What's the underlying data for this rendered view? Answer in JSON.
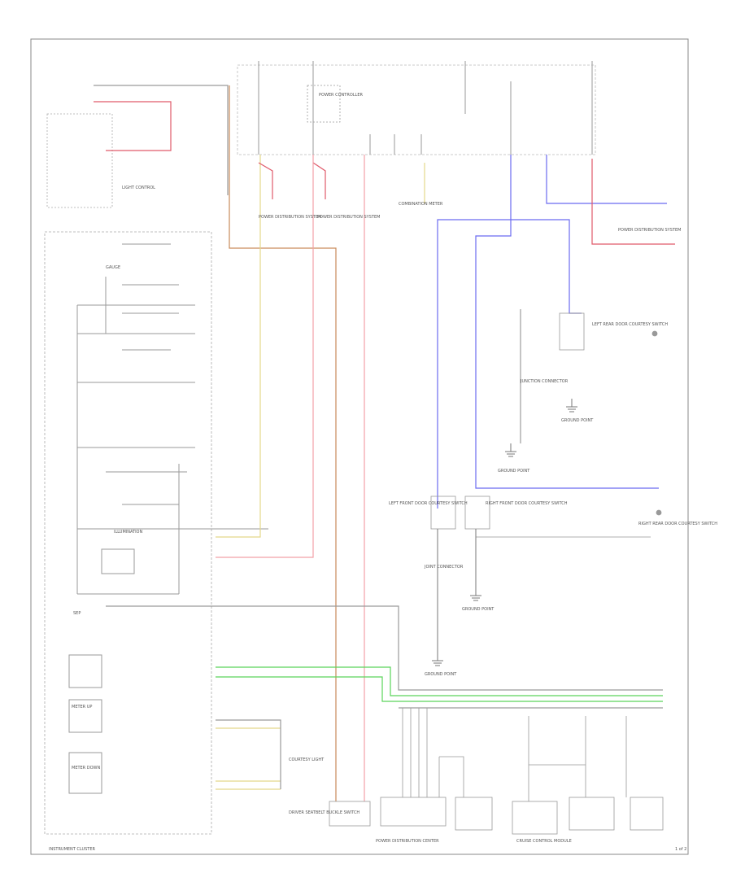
{
  "labels": {
    "cluster": "INSTRUMENT CLUSTER",
    "gauge": "GAUGE",
    "illumination": "ILLUMINATION",
    "sep": "SEP",
    "meter_up": "METER UP",
    "meter_down": "METER DOWN",
    "power_controller": "POWER CONTROLLER",
    "power_distrib_1": "POWER DISTRIBUTION SYSTEM",
    "power_distrib_2": "POWER DISTRIBUTION SYSTEM",
    "power_distrib_3": "POWER DISTRIBUTION SYSTEM",
    "light_control": "LIGHT CONTROL",
    "combination_meter": "COMBINATION METER",
    "left_rear_door": "LEFT REAR DOOR COURTESY SWITCH",
    "right_rear_door": "RIGHT REAR DOOR COURTESY SWITCH",
    "left_front_door": "LEFT FRONT DOOR COURTESY SWITCH",
    "right_front_door": "RIGHT FRONT DOOR COURTESY SWITCH",
    "junction_connector": "JUNCTION CONNECTOR",
    "joint_connector": "JOINT CONNECTOR",
    "ground_point_1": "GROUND POINT",
    "ground_point_2": "GROUND POINT",
    "ground_point_3": "GROUND POINT",
    "ground_point_4": "GROUND POINT",
    "courtesy_light": "COURTESY LIGHT",
    "driver_seatbelt": "DRIVER SEATBELT BUCKLE SWITCH",
    "cruise_module": "CRUISE CONTROL MODULE",
    "pdc": "POWER DISTRIBUTION CENTER",
    "page_ref": "1 of 2"
  },
  "colors": {
    "wire_red": "#e05a6a",
    "wire_pink": "#f2a0a8",
    "wire_yellow": "#e4d88a",
    "wire_brown": "#c98a5a",
    "wire_blue": "#6b6bf0",
    "wire_green": "#5bd45b",
    "wire_gray": "#8a8a8a"
  }
}
